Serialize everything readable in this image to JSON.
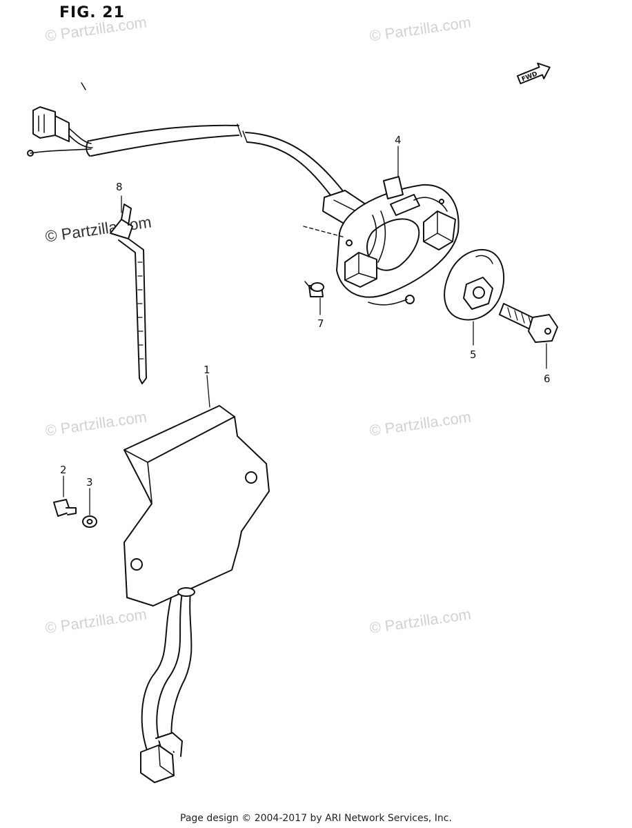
{
  "figure": {
    "title": "FIG. 21"
  },
  "watermarks": [
    "© Partzilla.com",
    "© Partzilla.com",
    "© Partzilla.com",
    "© Partzilla.com",
    "© Partzilla.com",
    "© Partzilla.com",
    "© Partzilla.com"
  ],
  "direction_marker": "FWD",
  "callouts": [
    "1",
    "2",
    "3",
    "4",
    "5",
    "6",
    "7",
    "8"
  ],
  "footer": "Page design © 2004-2017 by ARI Network Services, Inc."
}
